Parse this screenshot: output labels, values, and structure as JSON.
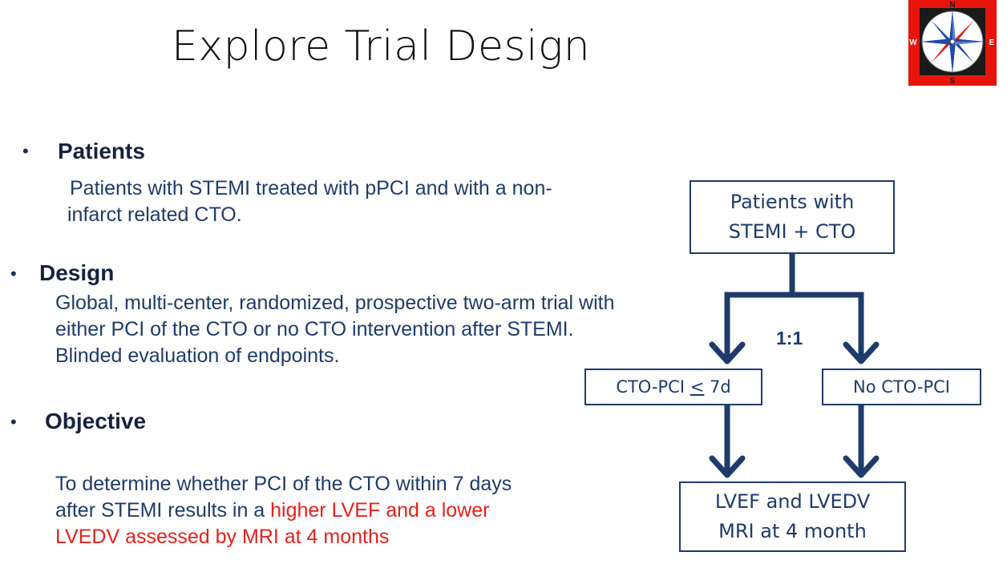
{
  "title": "Explore Trial Design",
  "logo": {
    "icon": "compass-rose-icon",
    "n": "N",
    "e": "E",
    "s": "S",
    "w": "W",
    "bg_color": "#e8140c"
  },
  "sections": {
    "patients": {
      "bullet": "•",
      "heading": "Patients",
      "lines": [
        "Patients with STEMI treated with pPCI and with a non-",
        "infarct related CTO."
      ]
    },
    "design": {
      "bullet": "•",
      "heading": "Design",
      "lines": [
        "Global, multi-center, randomized, prospective two-arm trial with",
        "either PCI of the CTO or no CTO intervention after STEMI.",
        "Blinded evaluation of endpoints."
      ]
    },
    "objective": {
      "bullet": "•",
      "heading": "Objective",
      "line1": "To determine whether PCI of the CTO within 7 days",
      "line2_plain": "after STEMI results in a ",
      "line2_red": "higher LVEF and a lower",
      "line3_red": "LVEDV assessed by MRI at 4 months"
    }
  },
  "flow": {
    "top_box": {
      "line1": "Patients with",
      "line2": "STEMI + CTO"
    },
    "ratio": "1:1",
    "left_box": {
      "prefix": "CTO-PCI ",
      "underlined": "<",
      "suffix": " 7d"
    },
    "right_box": "No CTO-PCI",
    "bottom_box": {
      "line1": "LVEF and LVEDV",
      "line2": "MRI at 4 month"
    },
    "arrow_color": "#1f3b6b"
  }
}
